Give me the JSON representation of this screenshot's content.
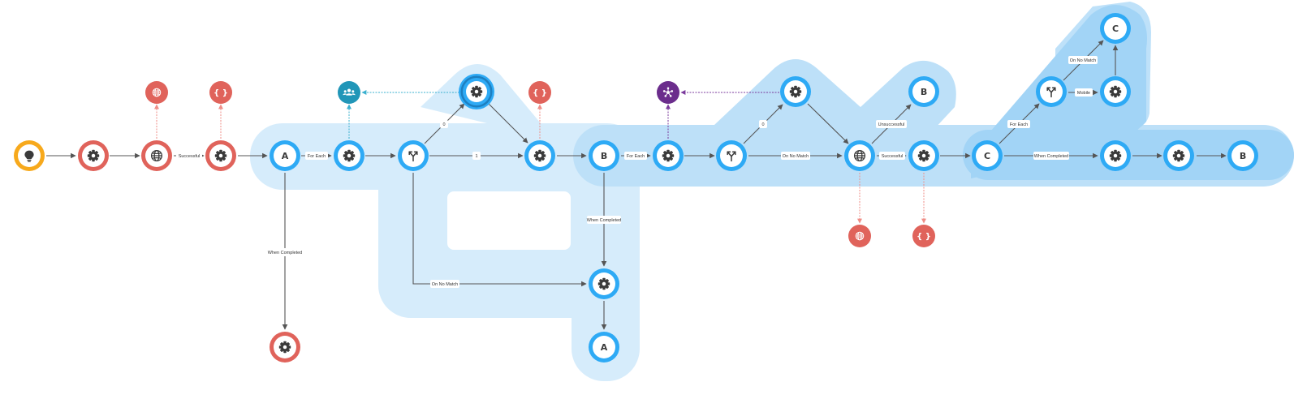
{
  "colors": {
    "blue": "#2eaaf5",
    "red": "#e0635b",
    "red_light": "#ef8e87",
    "teal": "#2196b8",
    "purple": "#6b2d8c",
    "yellow": "#f7a91c",
    "region_light": "#d6ecfb",
    "region_mid": "#bde0f8",
    "region_dark": "#a2d4f6",
    "edge": "#555555"
  },
  "node_letters": {
    "a": "A",
    "b": "B",
    "c": "C"
  },
  "edge_labels": {
    "successful": "Successful",
    "for_each": "For Each",
    "when_completed": "When Completed",
    "on_no_match": "On No Match",
    "unsuccessful": "Unsuccessful",
    "mobile": "Mobile",
    "zero": "0",
    "one": "1"
  },
  "brace_glyph": "{ }"
}
